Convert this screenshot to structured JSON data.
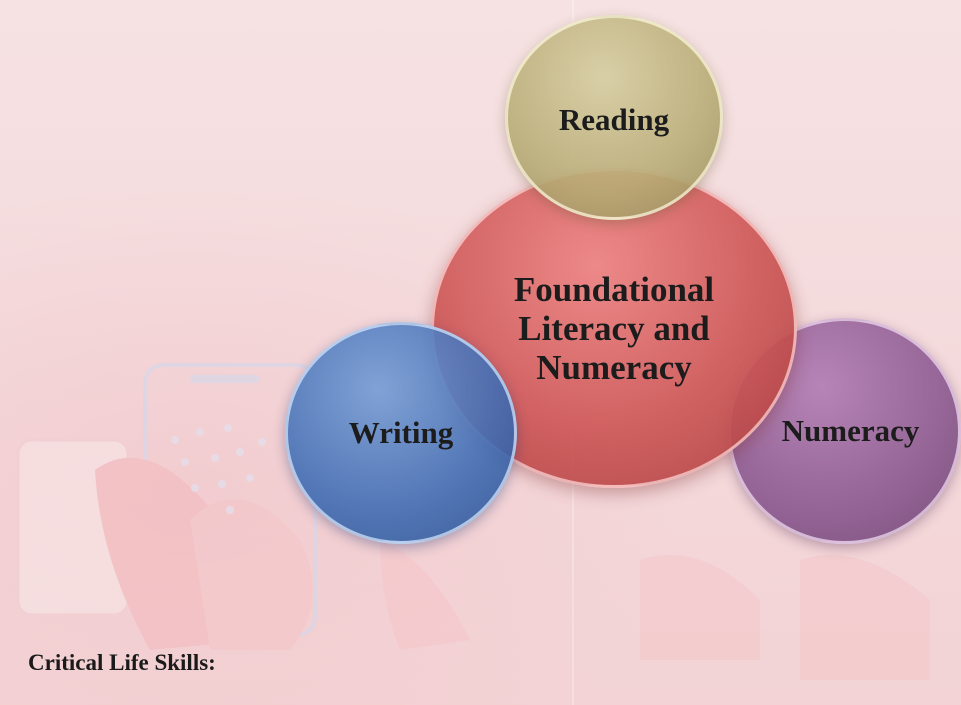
{
  "diagram": {
    "center_label": [
      "Foundational",
      "Literacy and",
      "Numeracy"
    ],
    "nodes": {
      "reading": "Reading",
      "writing": "Writing",
      "numeracy": "Numeracy"
    },
    "colors": {
      "center": "#d06060",
      "reading": "#bdb07a",
      "writing": "#4b73b8",
      "numeracy": "#8e5d94",
      "background": "#f7dfe1"
    }
  },
  "caption": "Critical Life Skills:"
}
